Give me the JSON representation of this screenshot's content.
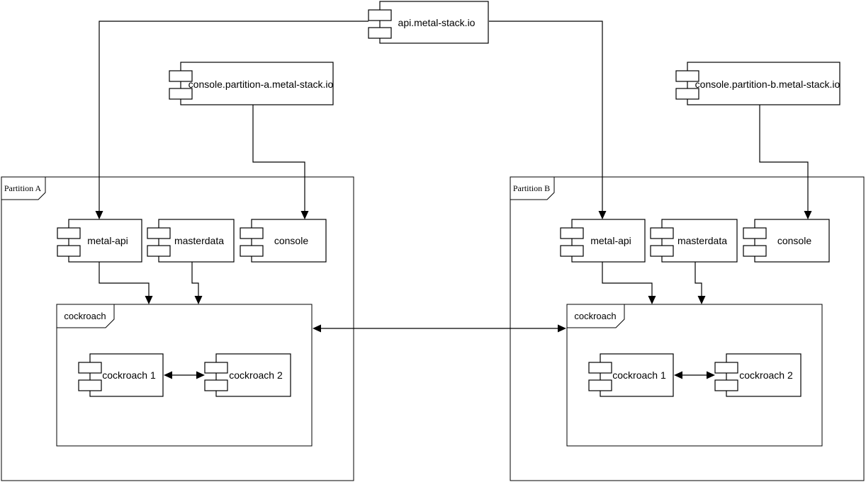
{
  "diagram_type": "uml-component-diagram",
  "colors": {
    "background": "#ffffff",
    "line": "#000000",
    "shape_fill": "#ffffff"
  },
  "external_components": {
    "api": {
      "label": "api.metal-stack.io"
    },
    "console_a": {
      "label": "console.partition-a.metal-stack.io"
    },
    "console_b": {
      "label": "console.partition-b.metal-stack.io"
    }
  },
  "partitions": [
    {
      "label": "Partition A",
      "components": [
        {
          "label": "metal-api"
        },
        {
          "label": "masterdata"
        },
        {
          "label": "console"
        }
      ],
      "database_group": {
        "label": "cockroach",
        "components": [
          {
            "label": "cockroach 1"
          },
          {
            "label": "cockroach 2"
          }
        ]
      }
    },
    {
      "label": "Partition B",
      "components": [
        {
          "label": "metal-api"
        },
        {
          "label": "masterdata"
        },
        {
          "label": "console"
        }
      ],
      "database_group": {
        "label": "cockroach",
        "components": [
          {
            "label": "cockroach 1"
          },
          {
            "label": "cockroach 2"
          }
        ]
      }
    }
  ],
  "connections": [
    {
      "from": "api.metal-stack.io",
      "to": "Partition A / metal-api",
      "direction": "one-way"
    },
    {
      "from": "api.metal-stack.io",
      "to": "Partition B / metal-api",
      "direction": "one-way"
    },
    {
      "from": "console.partition-a.metal-stack.io",
      "to": "Partition A / console",
      "direction": "one-way"
    },
    {
      "from": "console.partition-b.metal-stack.io",
      "to": "Partition B / console",
      "direction": "one-way"
    },
    {
      "from": "Partition A / metal-api",
      "to": "Partition A / cockroach",
      "direction": "one-way"
    },
    {
      "from": "Partition A / masterdata",
      "to": "Partition A / cockroach",
      "direction": "one-way"
    },
    {
      "from": "Partition B / metal-api",
      "to": "Partition B / cockroach",
      "direction": "one-way"
    },
    {
      "from": "Partition B / masterdata",
      "to": "Partition B / cockroach",
      "direction": "one-way"
    },
    {
      "from": "Partition A / cockroach 1",
      "to": "Partition A / cockroach 2",
      "direction": "bidirectional"
    },
    {
      "from": "Partition B / cockroach 1",
      "to": "Partition B / cockroach 2",
      "direction": "bidirectional"
    },
    {
      "from": "Partition A / cockroach",
      "to": "Partition B / cockroach",
      "direction": "bidirectional"
    }
  ]
}
